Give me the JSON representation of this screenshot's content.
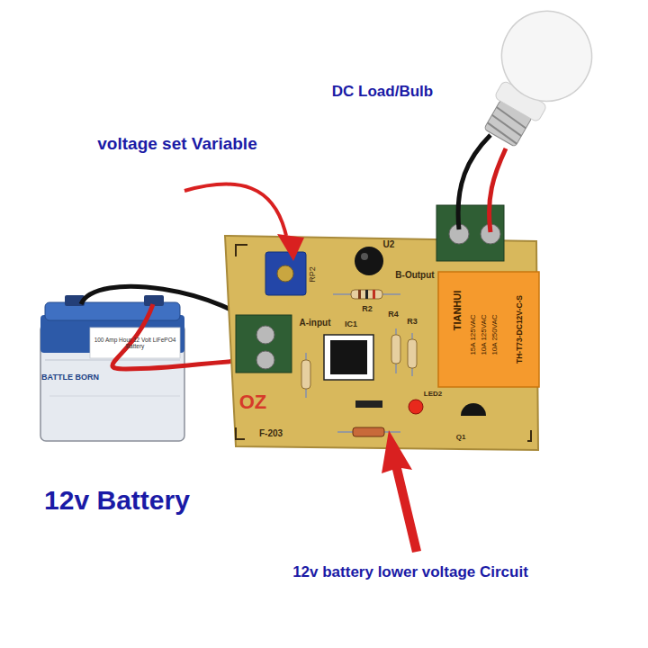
{
  "diagram": {
    "labels": [
      "DC Load/Bulb",
      "voltage set Variable",
      "RP2",
      "U2",
      "B-Output",
      "R2",
      "A-input",
      "IC1",
      "R4",
      "R3",
      "TIANHUI",
      "15A 125VAC",
      "10A 125VAC",
      "10A 250VAC",
      "TH-T73-DC12V-C-S",
      "100 Amp Hour 12 Volt LiFePO4 Battery",
      "BATTLE BORN",
      "OZ",
      "LED2",
      "F-203",
      "Q1",
      "12v Battery",
      "12v battery lower voltage Circuit"
    ]
  }
}
